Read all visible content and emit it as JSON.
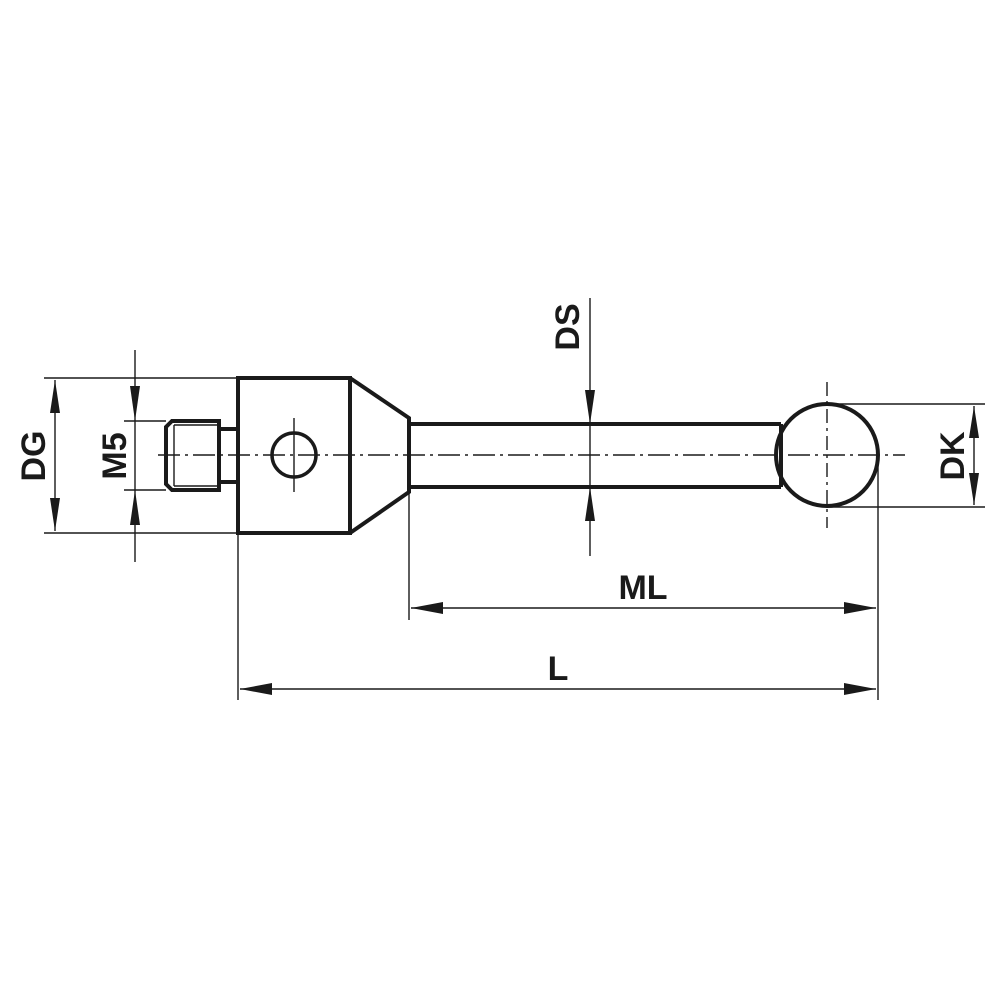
{
  "drawing": {
    "subject": "stylus with M5 thread, body, cone, shaft and ball tip",
    "labels": {
      "dg": "DG",
      "m5": "M5",
      "ds": "DS",
      "dk": "DK",
      "ml": "ML",
      "l": "L"
    },
    "colors": {
      "line": "#1a1a1a",
      "background": "#ffffff"
    }
  }
}
